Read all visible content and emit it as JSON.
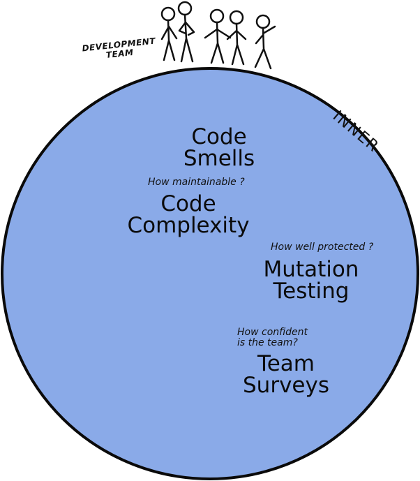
{
  "colors": {
    "circle_fill": "#8aaae8",
    "circle_stroke": "#0a0a0a",
    "ink": "#111111",
    "background": "#ffffff"
  },
  "team_label": "DEVELOPMENT\nTEAM",
  "ring_label": "INNER",
  "items": [
    {
      "question": "",
      "label": "Code\nSmells"
    },
    {
      "question": "How maintainable ?",
      "label": "Code\nComplexity"
    },
    {
      "question": "How well protected ?",
      "label": "Mutation\nTesting"
    },
    {
      "question": "How confident\nis the team?",
      "label": "Team\nSurveys"
    }
  ],
  "icons": [
    "stick-figure-icon",
    "stick-figure-icon",
    "stick-figure-icon",
    "stick-figure-icon",
    "stick-figure-icon"
  ]
}
